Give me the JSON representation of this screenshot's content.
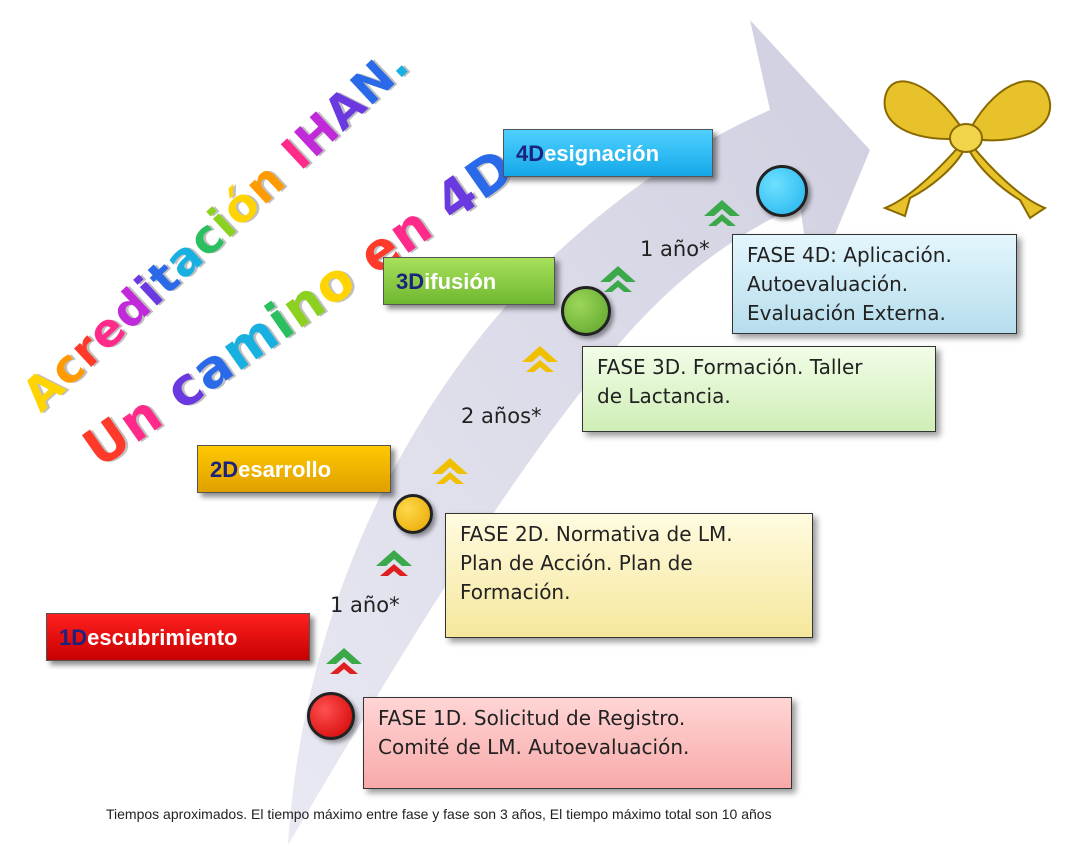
{
  "title": {
    "line1": "Acreditación IHAN.",
    "line2": "Un camino en 4D"
  },
  "phases": [
    {
      "num": "1D",
      "rest": "escubrimiento",
      "color": "#e00000"
    },
    {
      "num": "2D",
      "rest": "esarrollo",
      "color": "#f0b000"
    },
    {
      "num": "3D",
      "rest": "ifusión",
      "color": "#82c63c"
    },
    {
      "num": "4D",
      "rest": "esignación",
      "color": "#22b4ee"
    }
  ],
  "boxes": [
    {
      "lines": [
        "FASE 1D. Solicitud de Registro.",
        "Comité de LM. Autoevaluación."
      ]
    },
    {
      "lines": [
        "FASE 2D. Normativa de LM.",
        "Plan de Acción. Plan de",
        "Formación."
      ]
    },
    {
      "lines": [
        "FASE 3D. Formación. Taller",
        "de Lactancia."
      ]
    },
    {
      "lines": [
        "FASE 4D: Aplicación.",
        "Autoevaluación.",
        "Evaluación Externa."
      ]
    }
  ],
  "times": [
    "1 año*",
    "2 años*",
    "1 año*"
  ],
  "footer": "Tiempos aproximados. El tiempo máximo entre fase y fase son 3 años, El tiempo máximo total son 10 años",
  "icons": [
    "curved-arrow",
    "bow-icon",
    "chevron-icon"
  ]
}
